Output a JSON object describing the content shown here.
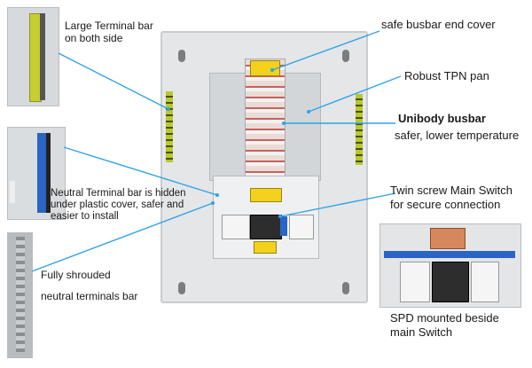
{
  "labels": {
    "large_terminal_line1": "Large Terminal bar",
    "large_terminal_line2": "on both side",
    "neutral_line1": "Neutral Terminal bar is hidden",
    "neutral_line2": "under plastic cover, safer and",
    "neutral_line3": "easier to install",
    "shrouded_line1": "Fully shrouded",
    "shrouded_line2": "neutral terminals bar",
    "busbar_cover": "safe busbar end cover",
    "tpn_pan": "Robust TPN pan",
    "unibody_title": "Unibody busbar",
    "unibody_sub": "safer, lower temperature",
    "main_switch_line1": "Twin screw Main Switch",
    "main_switch_line2": "for secure connection",
    "spd_line1": "SPD mounted beside",
    "spd_line2": "main Switch"
  },
  "colors": {
    "pointer_line": "#2ea3e8",
    "enclosure": "#e4e6e8",
    "terminal_green": "#b9c82c",
    "neutral_blue": "#2a64c4",
    "warning_yellow": "#f3d11c",
    "busbar_copper": "#d7875c"
  }
}
